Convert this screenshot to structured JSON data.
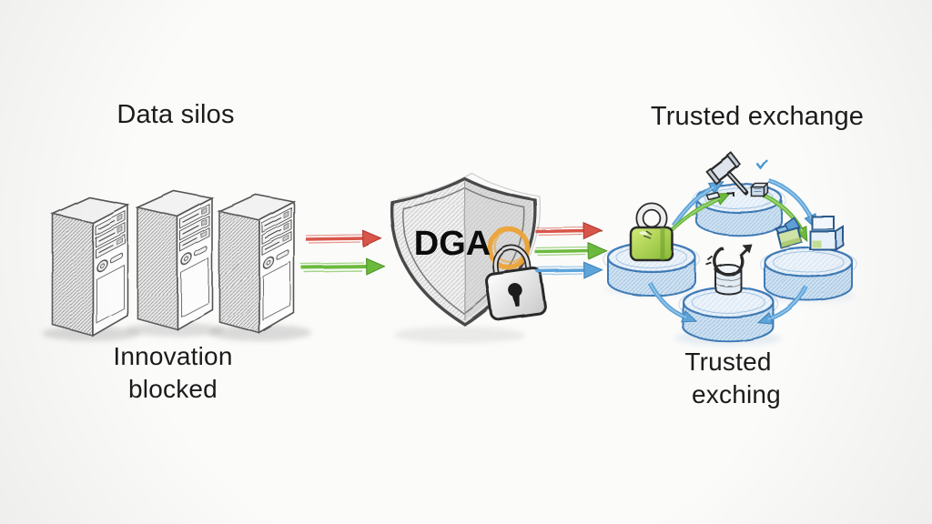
{
  "colors": {
    "red": "#d9544a",
    "green": "#6cba3c",
    "blue": "#5ba4da",
    "platform_blue": "#3c78b4",
    "lock_green": "#9cc845",
    "orange": "#eca337",
    "ink": "#2b2b2b",
    "text": "#1b1b1b"
  },
  "left_section": {
    "title": "Data silos",
    "caption": {
      "line1": "Innovation",
      "line2": "blocked"
    },
    "icon": "server-towers",
    "servers_count": 3
  },
  "center_section": {
    "shield_label": "DGA",
    "icons": [
      "shield",
      "padlock",
      "orange-ring"
    ]
  },
  "right_section": {
    "title": "Trusted exchange",
    "caption": {
      "line1": "Trusted",
      "line2": "exching"
    },
    "icons": [
      "padlock",
      "gavel",
      "open-boxes",
      "database-sync"
    ],
    "platforms_count": 4
  },
  "flows": {
    "silos_to_shield": [
      "red",
      "green"
    ],
    "shield_to_exchange": [
      "red",
      "green",
      "blue"
    ],
    "exchange_cycle": [
      "blue",
      "green"
    ]
  }
}
